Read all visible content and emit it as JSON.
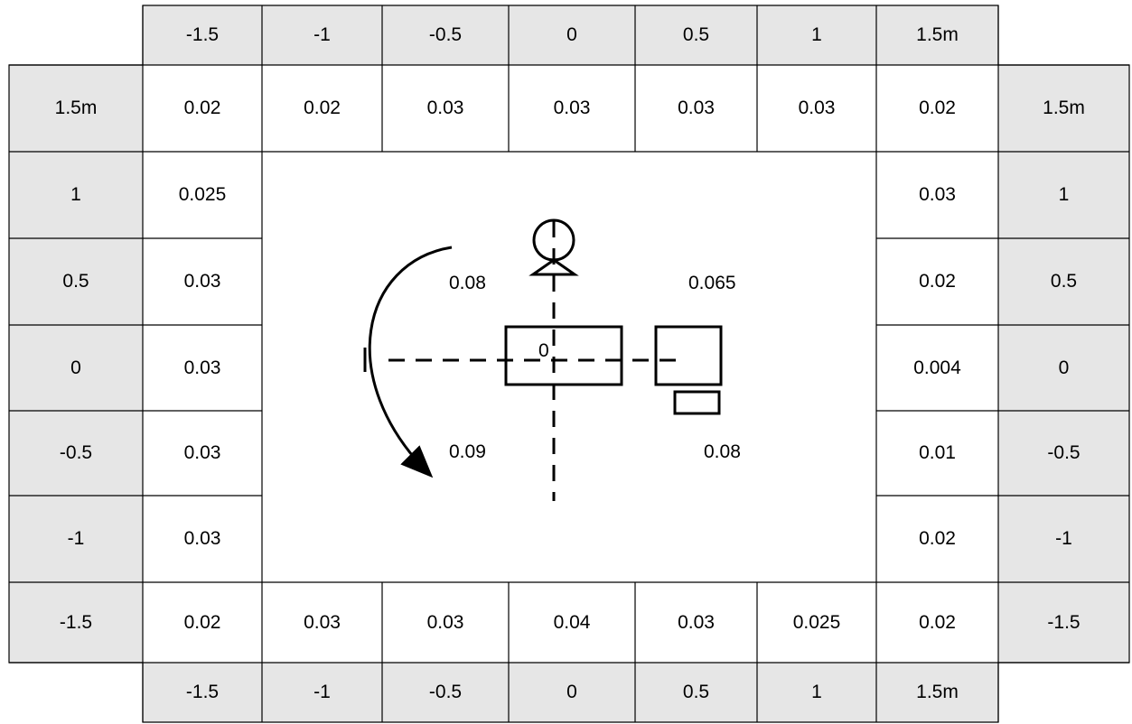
{
  "axis_labels": {
    "top": [
      "-1.5",
      "-1",
      "-0.5",
      "0",
      "0.5",
      "1",
      "1.5m"
    ],
    "bottom": [
      "-1.5",
      "-1",
      "-0.5",
      "0",
      "0.5",
      "1",
      "1.5m"
    ],
    "left": [
      "1.5m",
      "1",
      "0.5",
      "0",
      "-0.5",
      "-1",
      "-1.5"
    ],
    "right": [
      "1.5m",
      "1",
      "0.5",
      "0",
      "-0.5",
      "-1",
      "-1.5"
    ]
  },
  "perimeter": {
    "top_row": [
      "0.02",
      "0.02",
      "0.03",
      "0.03",
      "0.03",
      "0.03",
      "0.02"
    ],
    "bottom_row": [
      "0.02",
      "0.03",
      "0.03",
      "0.04",
      "0.03",
      "0.025",
      "0.02"
    ],
    "left_col": [
      "0.025",
      "0.03",
      "0.03",
      "0.03",
      "0.03"
    ],
    "right_col": [
      "0.03",
      "0.02",
      "0.004",
      "0.01",
      "0.02"
    ]
  },
  "inner_values": {
    "upper_left": "0.08",
    "upper_right": "0.065",
    "lower_left": "0.09",
    "lower_right": "0.08"
  },
  "table_label": "0"
}
